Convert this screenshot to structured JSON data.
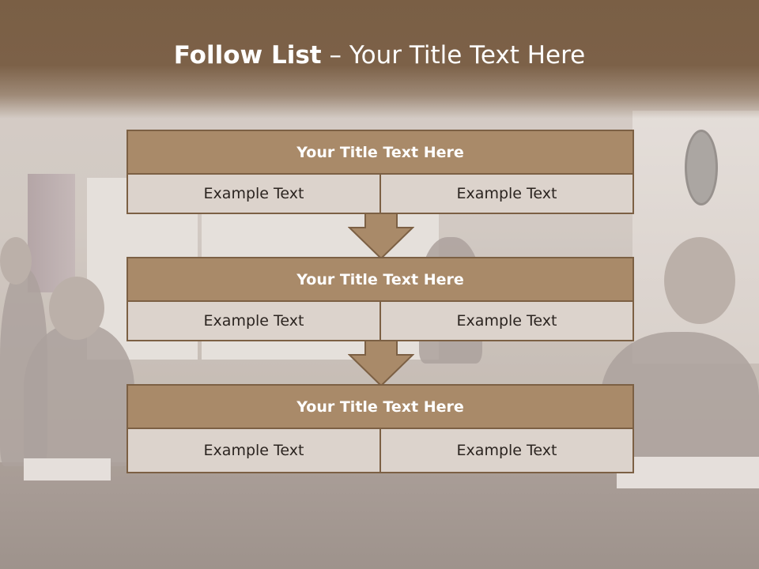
{
  "slide": {
    "title_bold": "Follow List",
    "title_rest": " – Your Title Text Here"
  },
  "steps": [
    {
      "title": "Your Title Text Here",
      "left": "Example Text",
      "right": "Example Text"
    },
    {
      "title": "Your Title Text Here",
      "left": "Example Text",
      "right": "Example Text"
    },
    {
      "title": "Your Title Text Here",
      "left": "Example Text",
      "right": "Example Text"
    }
  ],
  "colors": {
    "header": "#7a5f45",
    "block_title_fill": "#a98a69",
    "block_cell_fill": "#dcd3cc",
    "border": "#7c6044"
  }
}
